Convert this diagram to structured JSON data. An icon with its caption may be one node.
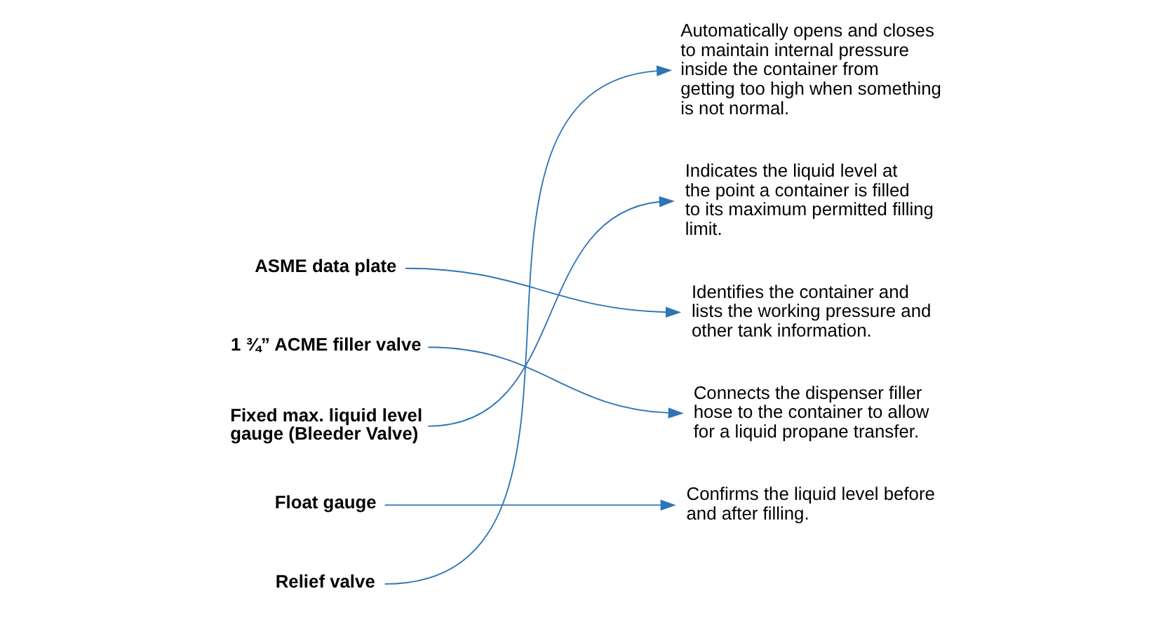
{
  "diagram": {
    "nodes": [
      {
        "text": [
          "ASME data plate"
        ]
      },
      {
        "text": [
          "1 ¾” ACME filler valve"
        ]
      },
      {
        "text": [
          "Fixed max. liquid level gauge (Bleeder Valve)"
        ]
      },
      {
        "text": [
          "Float gauge"
        ]
      },
      {
        "text": [
          "Relief valve"
        ]
      },
      {
        "text": [
          "Automatically opens and closes to maintain internal pressure inside the container from getting too high when something is not normal."
        ]
      },
      {
        "text": [
          "Indicates the liquid level at the point a container is filled to its maximum permitted filling limit."
        ]
      },
      {
        "text": [
          "Identifies the container and lists the working pressure and other tank information."
        ]
      },
      {
        "text": [
          "Connects the dispenser filler hose to the container to allow for a liquid propane transfer."
        ]
      },
      {
        "text": [
          "Confirms the liquid level before and after filling."
        ]
      }
    ],
    "edges": [
      {
        "from": 0,
        "to": 7,
        "arrow": "to"
      },
      {
        "from": 1,
        "to": 8,
        "arrow": "to"
      },
      {
        "from": 2,
        "to": 6,
        "arrow": "to"
      },
      {
        "from": 3,
        "to": 9,
        "arrow": "to"
      },
      {
        "from": 4,
        "to": 5,
        "arrow": "to"
      }
    ]
  }
}
